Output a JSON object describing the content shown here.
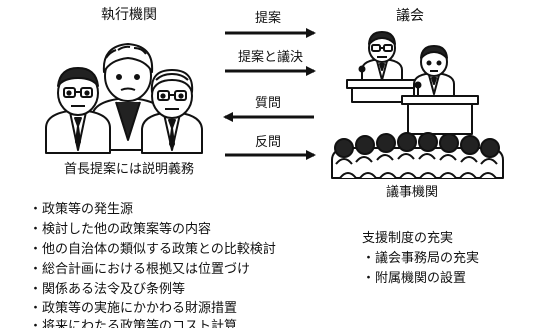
{
  "left_title": "執行機関",
  "right_title": "議会",
  "right_caption": "議事機関",
  "left_caption": "首長提案には説明義務",
  "arrows": [
    {
      "label": "提案",
      "direction": "right"
    },
    {
      "label": "提案と議決",
      "direction": "right"
    },
    {
      "label": "質問",
      "direction": "left"
    },
    {
      "label": "反問",
      "direction": "right"
    }
  ],
  "left_list": [
    "・政策等の発生源",
    "・検討した他の政策案等の内容",
    "・他の自治体の類似する政策との比較検討",
    "・総合計画における根拠又は位置づけ",
    "・関係ある法令及び条例等",
    "・政策等の実施にかかわる財源措置",
    "・将来にわたる政策等のコスト計算"
  ],
  "support_title": "支援制度の充実",
  "support_list": [
    "・議会事務局の充実",
    "・附属機関の設置"
  ]
}
